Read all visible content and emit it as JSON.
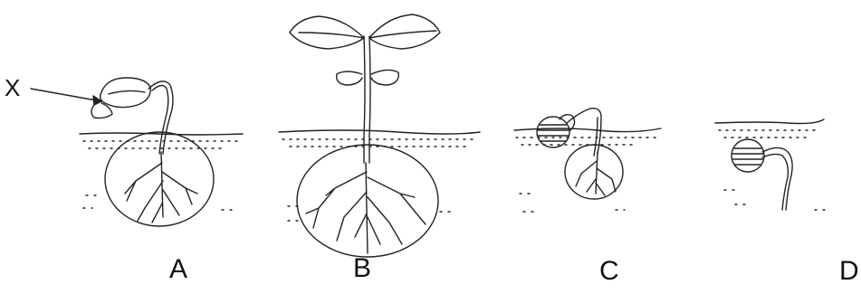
{
  "labels": {
    "x": "X",
    "a": "A",
    "b": "B",
    "c": "C",
    "d": "D"
  },
  "style": {
    "ink": "#222222",
    "background": "#ffffff"
  }
}
